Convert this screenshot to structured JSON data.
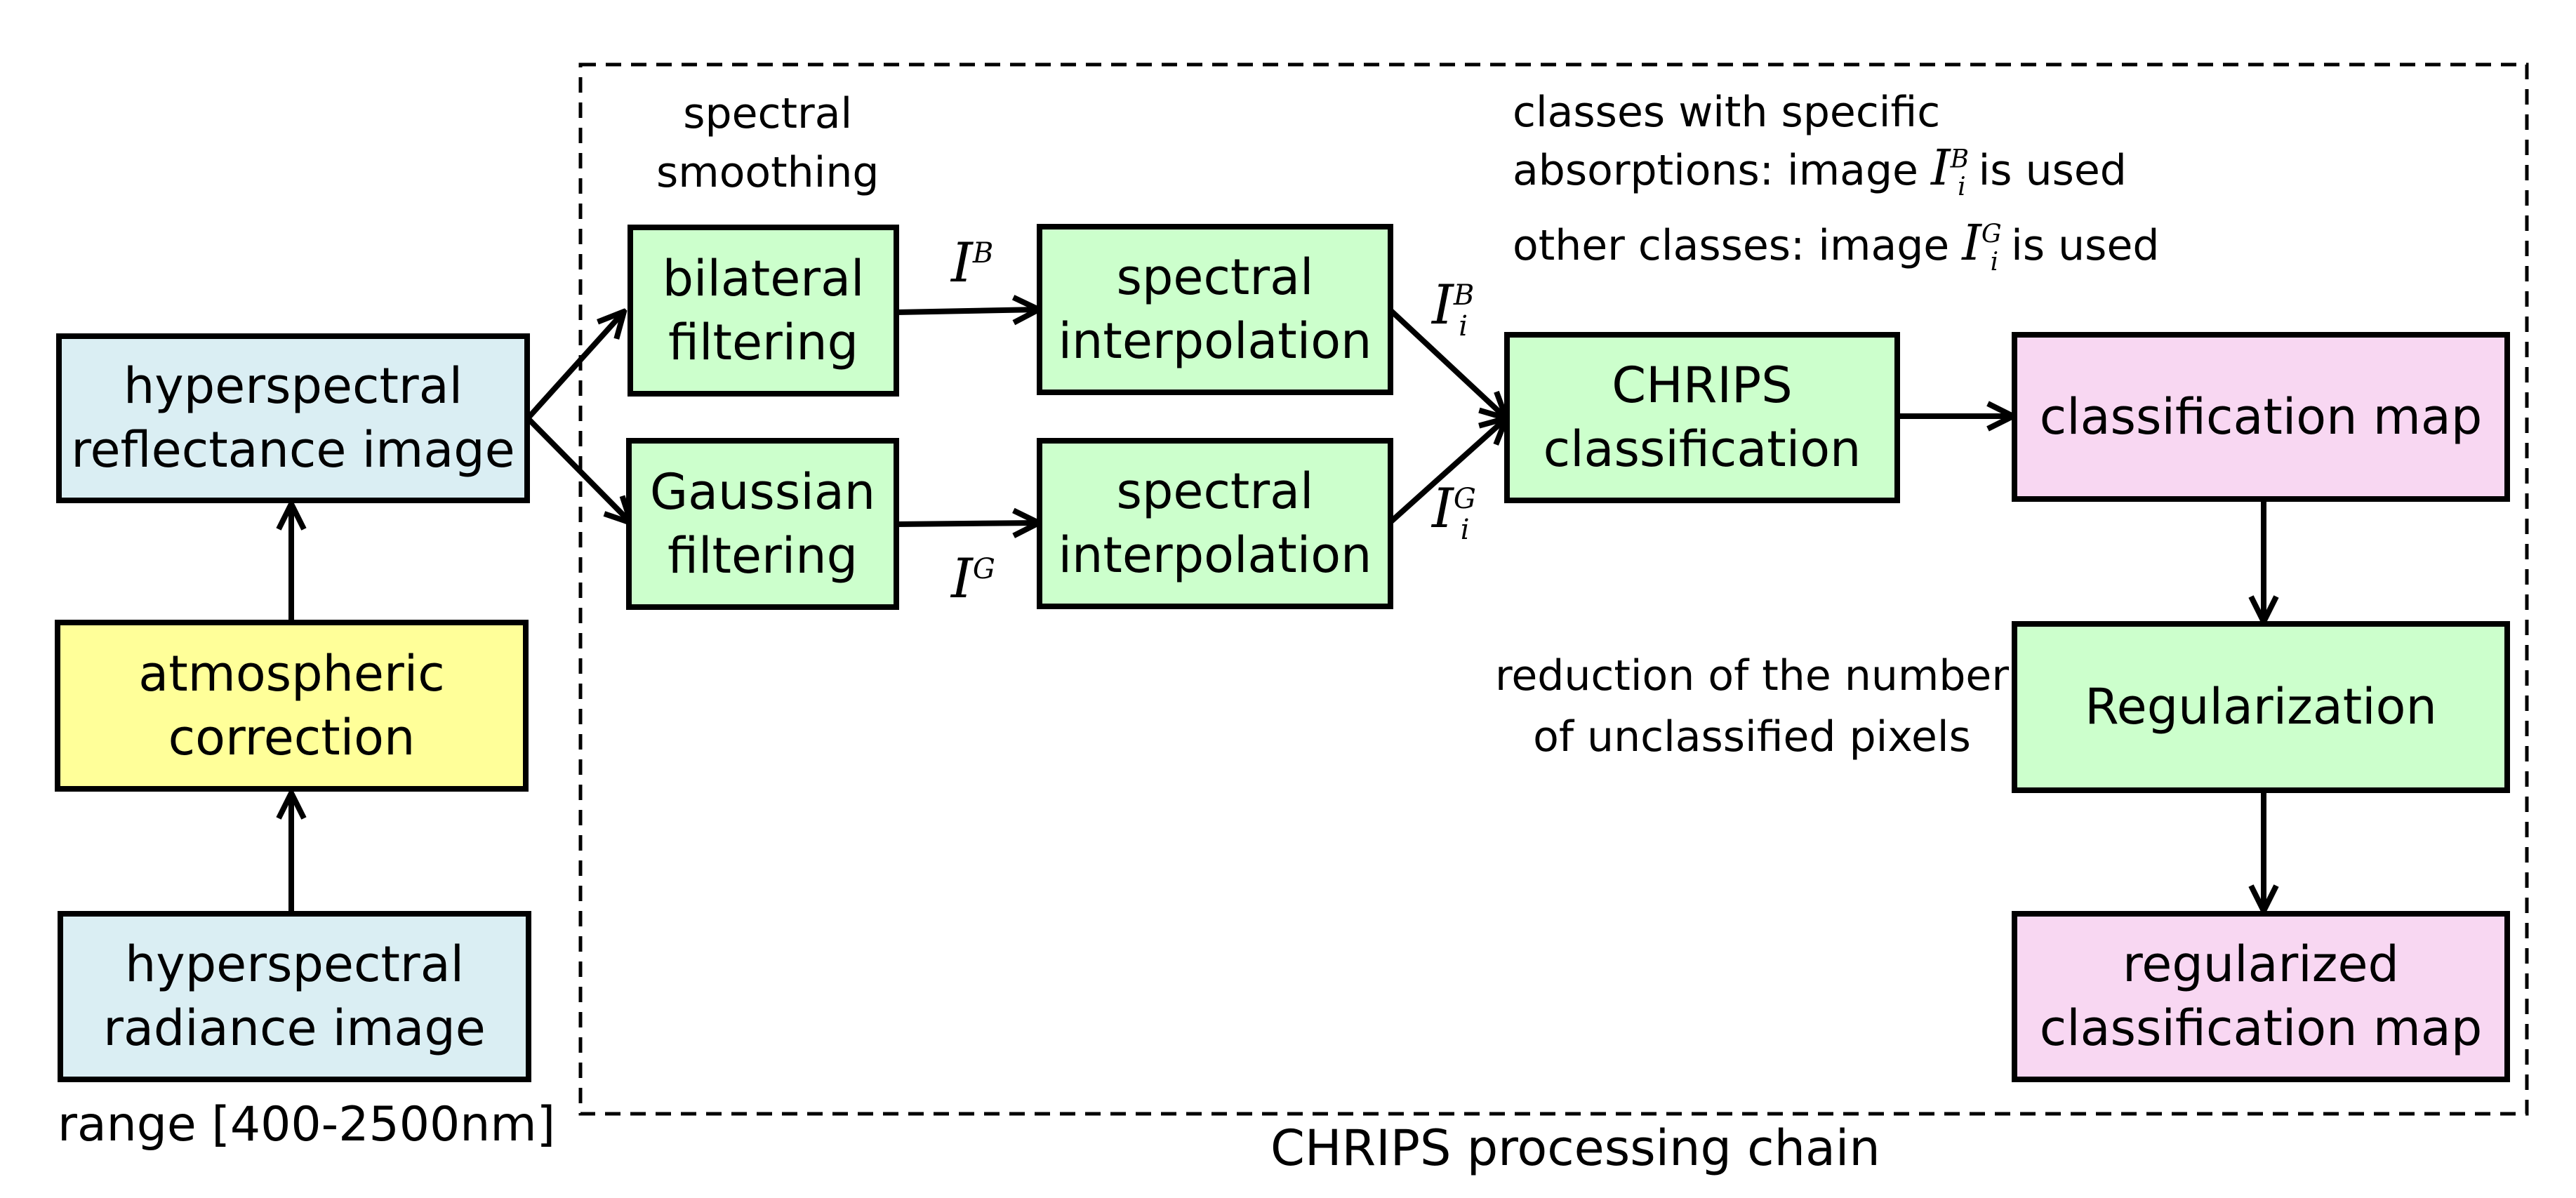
{
  "colors": {
    "light_blue": "#daeef3",
    "yellow": "#ffff99",
    "light_green": "#ccffcc",
    "pink": "#f8d7f2",
    "line": "#000000"
  },
  "nodes": {
    "radiance": "hyperspectral\nradiance image",
    "atmospheric": "atmospheric\ncorrection",
    "reflectance": "hyperspectral\nreflectance image",
    "bilateral": "bilateral\nfiltering",
    "gaussian": "Gaussian\nfiltering",
    "interp_top": "spectral\ninterpolation",
    "interp_bottom": "spectral\ninterpolation",
    "chrips": "CHRIPS\nclassification",
    "classmap": "classification map",
    "regularization": "Regularization",
    "regmap": "regularized\nclassification map"
  },
  "labels": {
    "range": "range [400-2500nm]",
    "spectral_smoothing": "spectral\nsmoothing",
    "reduction": "reduction of the number\nof unclassified pixels",
    "chain_title": "CHRIPS processing chain"
  },
  "symbols": {
    "IB_base": "I",
    "IB_sup": "B",
    "IG_base": "I",
    "IG_sup": "G",
    "IiB_base": "I",
    "IiB_sup": "B",
    "IiB_sub": "i",
    "IiG_base": "I",
    "IiG_sup": "G",
    "IiG_sub": "i"
  },
  "notes": {
    "line1": "classes with specific",
    "line2_prefix": "absorptions: image",
    "line2_suffix": "is used",
    "line3_prefix": "other classes: image",
    "line3_suffix": "is used"
  }
}
